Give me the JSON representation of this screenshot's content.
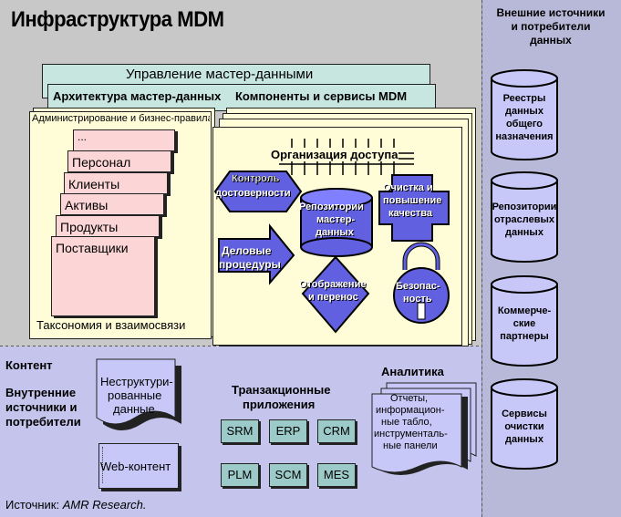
{
  "title": "Инфраструктура MDM",
  "right_panel": {
    "heading": [
      "Внешние источники",
      "и потребители",
      "данных"
    ],
    "cylinders": [
      [
        "Реестры",
        "данных",
        "общего",
        "назначения"
      ],
      [
        "Репозитории",
        "отраслевых",
        "данных"
      ],
      [
        "Коммерче-",
        "ские",
        "партнеры"
      ],
      [
        "Сервисы",
        "очистки",
        "данных"
      ]
    ]
  },
  "mdm": {
    "management": "Управление мастер-данными",
    "architecture": "Архитектура мастер-данных",
    "components": "Компоненты и сервисы MDM",
    "admin": "Администрирование и бизнес-правила",
    "taxonomy": "Таксономия и взаимосвязи",
    "entities": [
      "...",
      "Персонал",
      "Клиенты",
      "Активы",
      "Продукты",
      "Поставщики"
    ],
    "access": "Организация доступа",
    "control": [
      "Контроль",
      "достоверности"
    ],
    "repository": [
      "Репозитории",
      "мастер-",
      "данных"
    ],
    "cleansing": [
      "Очистка и",
      "повышение",
      "качества"
    ],
    "business": [
      "Деловые",
      "процедуры"
    ],
    "mapping": [
      "Отображение",
      "и перенос"
    ],
    "security": [
      "Безопас-",
      "ность"
    ]
  },
  "content": {
    "heading": "Контент",
    "internal": [
      "Внутренние",
      "источники и",
      "потребители"
    ],
    "unstructured": [
      "Неструктури-",
      "рованные",
      "данные"
    ],
    "web": "Web-контент",
    "transactional": [
      "Транзакционные",
      "приложения"
    ],
    "apps": [
      "SRM",
      "ERP",
      "CRM",
      "PLM",
      "SCM",
      "MES"
    ],
    "analytics": "Аналитика",
    "reports": [
      "Отчеты,",
      "информацион-",
      "ные табло,",
      "инструменталь-",
      "ные панели"
    ],
    "source_label": "Источник:",
    "source_name": "AMR Research."
  }
}
